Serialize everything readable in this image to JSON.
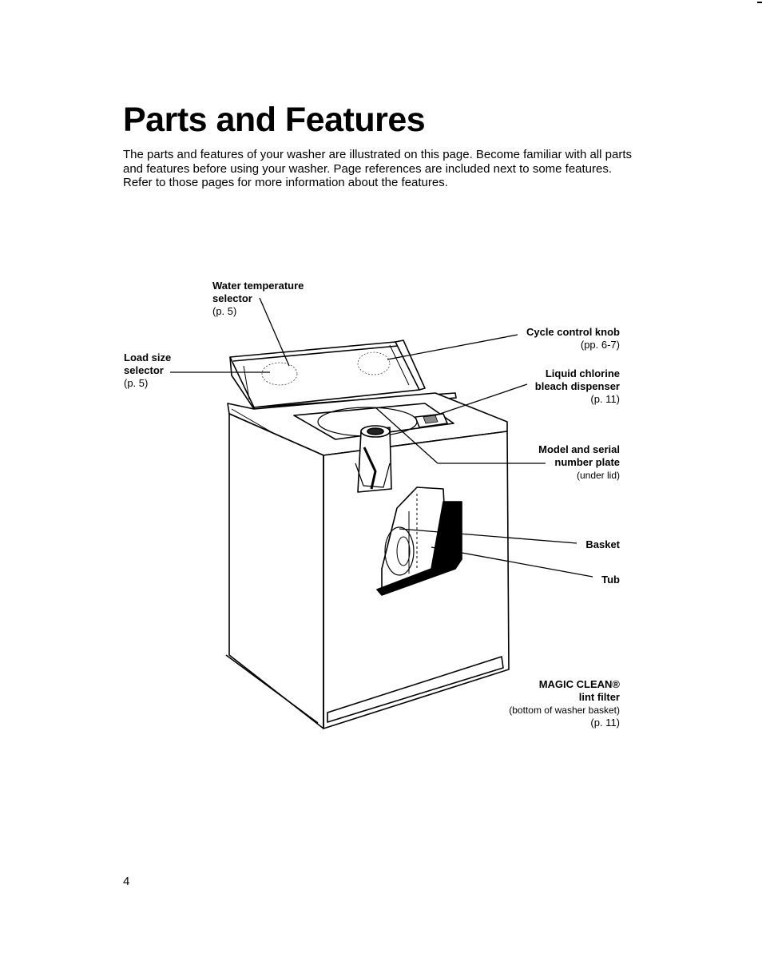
{
  "page": {
    "title": "Parts and Features",
    "intro": "The parts and features of your washer are illustrated on this page. Become familiar with all parts and features before using your washer. Page references are included next to some features. Refer to those pages for more information about the features.",
    "page_number": "4"
  },
  "callouts": {
    "water_temp": {
      "line1": "Water temperature",
      "line2": "selector",
      "ref": "(p. 5)"
    },
    "load_size": {
      "line1": "Load size",
      "line2": "selector",
      "ref": "(p. 5)"
    },
    "cycle_knob": {
      "line1": "Cycle control knob",
      "ref": "(pp. 6-7)"
    },
    "bleach": {
      "line1": "Liquid chlorine",
      "line2": "bleach dispenser",
      "ref": "(p. 11)"
    },
    "model_plate": {
      "line1": "Model and serial",
      "line2": "number plate",
      "ref": "(under lid)"
    },
    "basket": {
      "line1": "Basket"
    },
    "tub": {
      "line1": "Tub"
    },
    "lint_filter": {
      "line1": "MAGIC CLEAN®",
      "line2": "lint filter",
      "ref1": "(bottom of washer basket)",
      "ref2": "(p. 11)"
    }
  }
}
